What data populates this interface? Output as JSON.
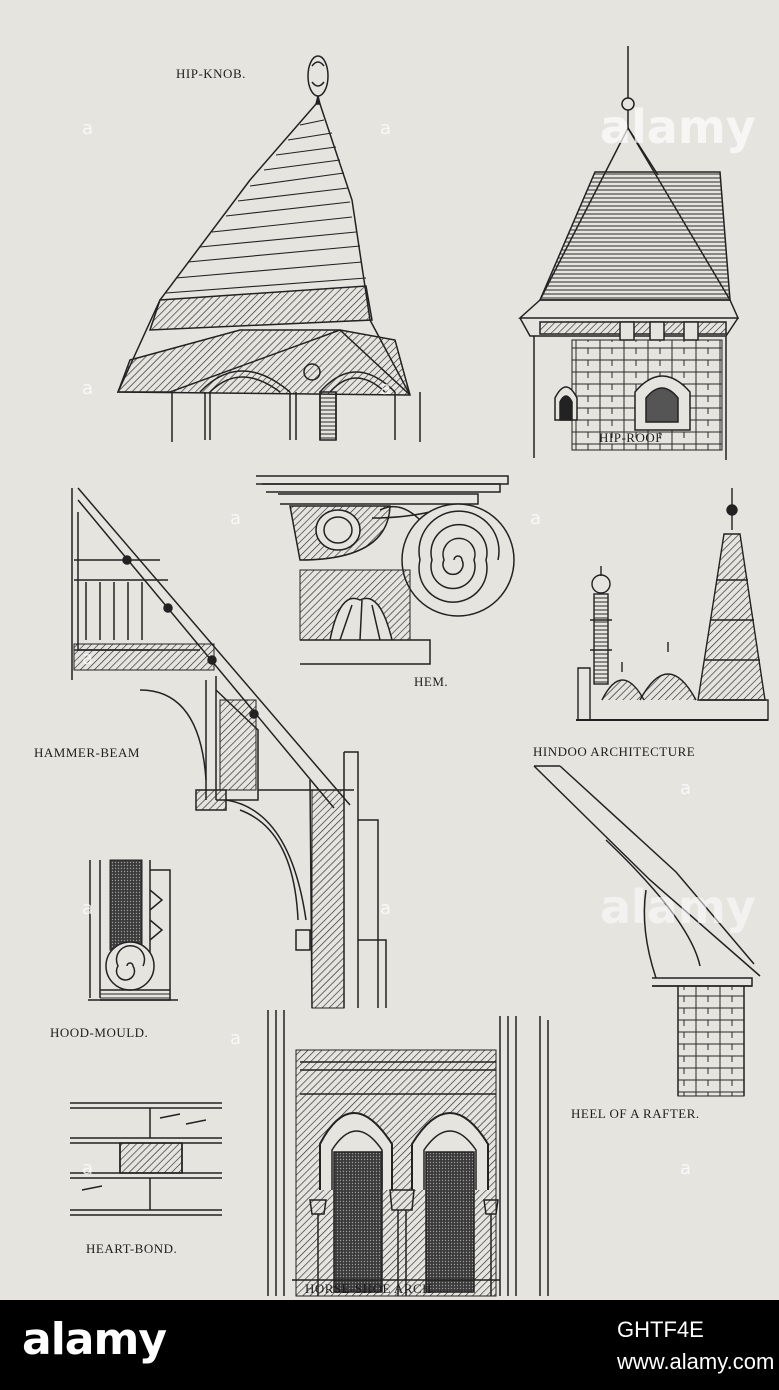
{
  "labels": {
    "hip_knob": "HIP-KNOB.",
    "hip_roof": "HIP-ROOF",
    "hem": "HEM.",
    "hammer_beam": "HAMMER-BEAM",
    "hindoo": "HINDOO ARCHITECTURE",
    "hood_mould": "HOOD-MOULD.",
    "heel": "HEEL OF A RAFTER.",
    "heart_bond": "HEART-BOND.",
    "horse_shoe": "HORSE-SHOE ARCH."
  },
  "watermark": {
    "text": "alamy",
    "dot": "a"
  },
  "footer": {
    "brand": "alamy",
    "image_id": "GHTF4E",
    "site": "www.alamy.com"
  },
  "colors": {
    "paper": "#e6e4df",
    "ink": "#1e1e1e",
    "footer_bg": "#000000"
  }
}
